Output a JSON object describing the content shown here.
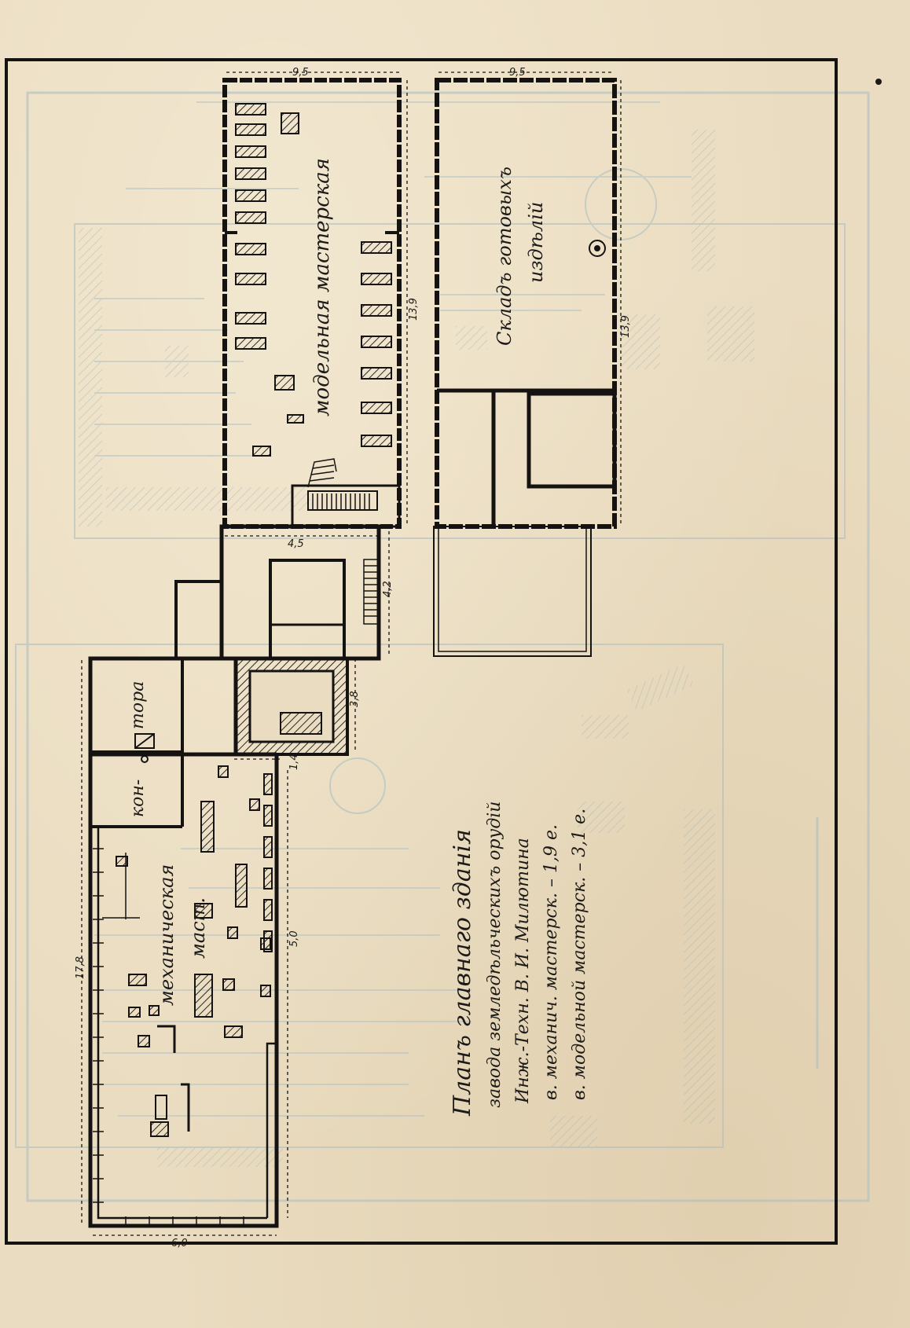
{
  "labels": {
    "model_shop": "модельная мастерская",
    "warehouse_line1": "Складъ готовыхъ",
    "warehouse_line2": "издѣлій",
    "mech_shop_line1": "механическая",
    "mech_shop_line2": "маст.",
    "kontora_part1": "кон-",
    "kontora_part2": "тора"
  },
  "dimensions": {
    "model_width": "9,5",
    "model_length": "13,9",
    "warehouse_width": "9,5",
    "warehouse_length": "13,9",
    "passage_width": "4,5",
    "passage_length": "4,2",
    "forge_width": "3,8",
    "door_width": "1,4",
    "mech_width": "6,0",
    "mech_inner_width": "5,0",
    "total_length": "17,8"
  },
  "caption": {
    "title": "Планъ главнаго зданія",
    "line2": "завода земледѣльческихъ орудій",
    "line3": "Инж.-Техн. В. И. Милютина",
    "line4": "в. механич. мастерск. – 1,9 е.",
    "line5": "в. модельной мастерск. – 3,1 е."
  }
}
